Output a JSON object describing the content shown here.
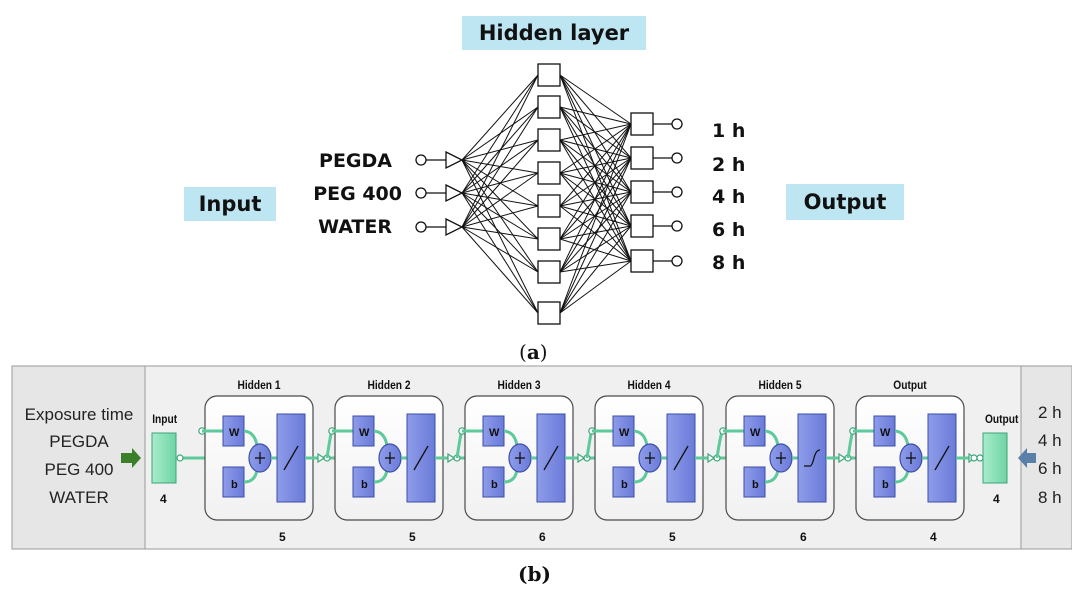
{
  "panel_a": {
    "hidden_layer_label": "Hidden layer",
    "input_label": "Input",
    "output_label": "Output",
    "inputs": [
      "PEGDA",
      "PEG 400",
      "WATER"
    ],
    "outputs": [
      "1 h",
      "2 h",
      "4 h",
      "6 h",
      "8 h"
    ],
    "caption_open": "(",
    "caption_letter": "a",
    "caption_close": ")"
  },
  "panel_b": {
    "left_inputs": [
      "Exposure time",
      "PEGDA",
      "PEG 400",
      "WATER"
    ],
    "right_outputs": [
      "2 h",
      "4 h",
      "6 h",
      "8 h"
    ],
    "input_block": {
      "title": "Input",
      "size": "4"
    },
    "output_block": {
      "title": "Output",
      "size": "4"
    },
    "layers": [
      {
        "title": "Hidden 1",
        "neurons": "5",
        "activation": "linear"
      },
      {
        "title": "Hidden 2",
        "neurons": "5",
        "activation": "linear"
      },
      {
        "title": "Hidden 3",
        "neurons": "6",
        "activation": "linear"
      },
      {
        "title": "Hidden 4",
        "neurons": "5",
        "activation": "linear"
      },
      {
        "title": "Hidden 5",
        "neurons": "6",
        "activation": "sigmoid"
      },
      {
        "title": "Output",
        "neurons": "4",
        "activation": "linear"
      }
    ],
    "weight_symbol": "W",
    "bias_symbol": "b",
    "sum_symbol": "+",
    "caption": "(b)"
  },
  "colors": {
    "label_bg": "#bde6f2",
    "block_blue": "#7f8fe0",
    "io_green": "#90e0b8",
    "connector_green": "#66d6a6",
    "panel_bg": "#f0f0f0",
    "side_bg": "#e6e6e6",
    "arrow_green": "#3c7f2a"
  }
}
